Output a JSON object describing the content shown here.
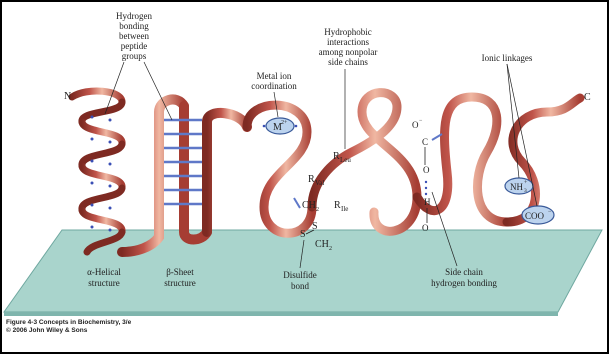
{
  "figure": {
    "labels": {
      "hydrogen_bonding": [
        "Hydrogen",
        "bonding",
        "between",
        "peptide",
        "groups"
      ],
      "metal_ion": [
        "Metal ion",
        "coordination"
      ],
      "hydrophobic": [
        "Hydrophobic",
        "interactions",
        "among nonpolar",
        "side chains"
      ],
      "ionic": [
        "Ionic linkages"
      ],
      "alpha_helix": [
        "α-Helical",
        "structure"
      ],
      "beta_sheet": [
        "β-Sheet",
        "structure"
      ],
      "disulfide": [
        "Disulfide",
        "bond"
      ],
      "side_chain_h": [
        "Side chain",
        "hydrogen bonding"
      ],
      "n_terminus": "N",
      "c_terminus": "C"
    },
    "chem": {
      "metal_ion": "M",
      "metal_charge": "2+",
      "r": "R",
      "leu": "Leu",
      "val": "Val",
      "ile": "Ile",
      "ch2": "CH",
      "two": "2",
      "s": "S",
      "o_minus": "O",
      "minus": "−",
      "c": "C",
      "o": "O",
      "h": "H",
      "nh3": "NH",
      "three": "3",
      "plus": "+",
      "coo": "COO",
      "coo_charge": "−"
    },
    "caption": {
      "line1": "Figure 4-3  Concepts in Biochemistry, 3/e",
      "line2": "© 2006 John Wiley & Sons"
    },
    "colors": {
      "ribbon": "#c0544a",
      "ribbon_light": "#e8a38f",
      "ribbon_dark": "#7e2a22",
      "plane": "#a9d4cc",
      "plane_edge": "#6fa8a0",
      "bond_dot": "#3a4fb5",
      "ion_fill": "#bcd3ee",
      "ion_stroke": "#3a5a99",
      "sheet_bar": "#5f78c8"
    }
  }
}
